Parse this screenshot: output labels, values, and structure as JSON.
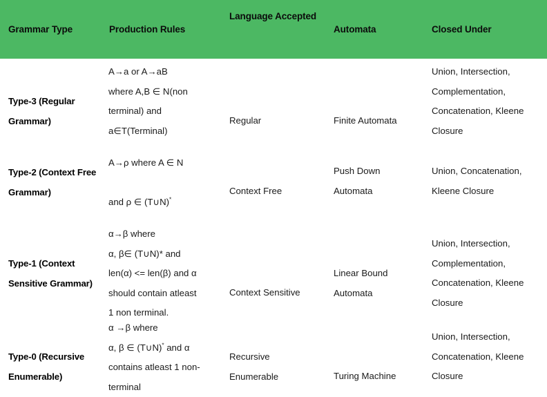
{
  "theme": {
    "header_background": "#4CB863",
    "header_text_color": "#0b0b0b",
    "body_text_color": "#1a1a1a",
    "page_background": "#ffffff"
  },
  "table": {
    "columns": [
      {
        "key": "grammar_type",
        "label": "Grammar Type"
      },
      {
        "key": "production_rules",
        "label": "Production Rules"
      },
      {
        "key": "language_accepted",
        "label": "Language\nAccepted"
      },
      {
        "key": "automata",
        "label": "Automata"
      },
      {
        "key": "closed_under",
        "label": "Closed Under"
      }
    ],
    "rows": [
      {
        "grammar_type": "Type-3 (Regular Grammar)",
        "production_rules": "A→a or A→aB\nwhere A,B ∈ N(non\nterminal) and\na∈T(Terminal)",
        "language_accepted": "Regular",
        "automata": "Finite Automata",
        "closed_under": "Union, Intersection,\nComplementation,\nConcatenation, Kleene\nClosure"
      },
      {
        "grammar_type": "Type-2 (Context Free Grammar)",
        "production_rules": "A→ρ where A ∈ N\n\nand ρ ∈ (T∪N)*",
        "language_accepted": "Context Free",
        "automata": "Push Down\nAutomata",
        "closed_under": "Union, Concatenation,\nKleene Closure"
      },
      {
        "grammar_type": "Type-1 (Context Sensitive Grammar)",
        "production_rules": "α→β where\nα, β∈ (T∪N)* and\nlen(α) <= len(β) and α\nshould contain atleast\n1 non terminal.",
        "language_accepted": "Context Sensitive",
        "automata": "Linear Bound\nAutomata",
        "closed_under": "Union, Intersection,\nComplementation,\nConcatenation, Kleene\nClosure"
      },
      {
        "grammar_type": "Type-0 (Recursive Enumerable)",
        "production_rules": "α →β where\nα, β ∈ (T∪N)* and α\ncontains atleast 1 non-\nterminal",
        "language_accepted": "Recursive\nEnumerable",
        "automata": "Turing Machine",
        "closed_under": "Union, Intersection,\nConcatenation, Kleene\nClosure"
      }
    ]
  }
}
